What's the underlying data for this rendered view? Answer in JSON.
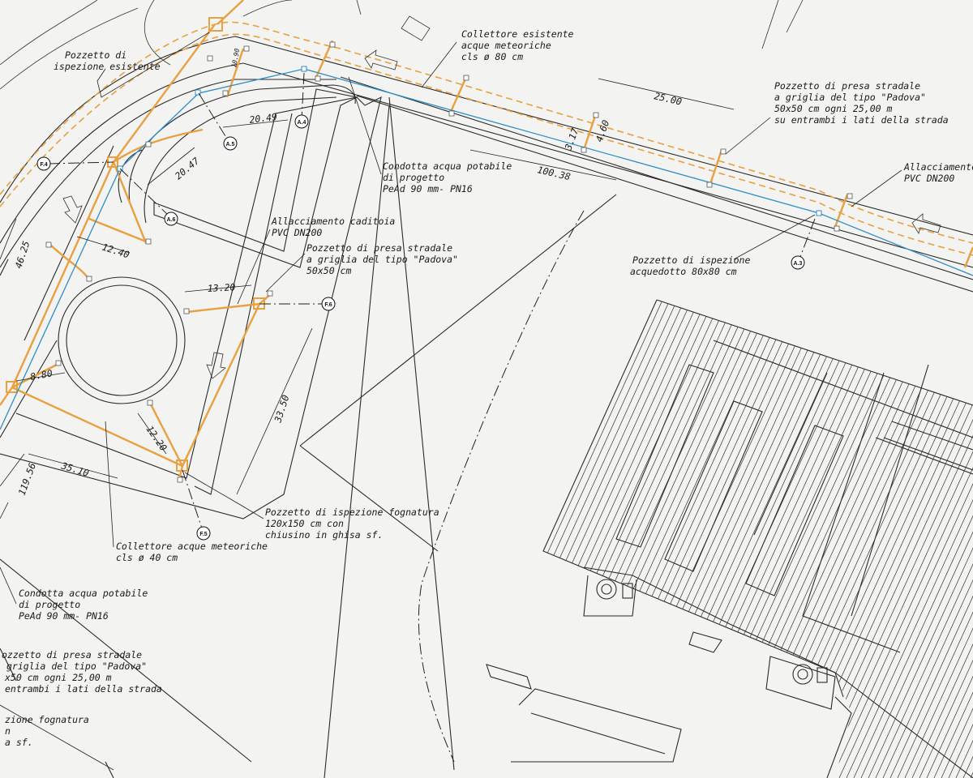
{
  "labels": {
    "pozzetto_esistente": [
      "Pozzetto di",
      "ispezione esistente"
    ],
    "collettore_esistente": [
      "Collettore esistente",
      "acque meteoriche",
      "cls ø 80 cm"
    ],
    "pozzetto_presa_top": [
      "Pozzetto di presa stradale",
      "a griglia del tipo \"Padova\"",
      "50x50 cm ogni 25,00 m",
      "su entrambi i lati della strada"
    ],
    "allacciamento_top_right": [
      "Allacciamento c",
      "PVC DN200"
    ],
    "condotta_center": [
      "Condotta acqua potabile",
      "di progetto",
      "PeAd 90 mm- PN16"
    ],
    "allacciamento_caditoia": [
      "Allacciamento caditoia",
      "PVC DN200"
    ],
    "pozzetto_presa_center": [
      "Pozzetto di presa stradale",
      "a griglia del tipo \"Padova\"",
      "50x50 cm"
    ],
    "pozzetto_acquedotto": [
      "Pozzetto di ispezione",
      "acquedotto 80x80 cm"
    ],
    "pozzetto_fognatura": [
      "Pozzetto di ispezione fognatura",
      "120x150 cm con",
      "chiusino in ghisa sf."
    ],
    "collettore_40": [
      "Collettore acque meteoriche",
      "cls ø 40 cm"
    ],
    "condotta_left": [
      "Condotta acqua potabile",
      "di progetto",
      "PeAd 90 mm- PN16"
    ],
    "pozzetto_presa_left": [
      "ozzetto di presa stradale",
      "griglia del tipo \"Padova\"",
      "x50 cm ogni 25,00 m",
      "entrambi i lati della strada"
    ],
    "fognatura_left": [
      "zione fognatura",
      "n",
      "a sf."
    ]
  },
  "dimensions": {
    "d_10_90": "10.90",
    "d_25_00": "25.00",
    "d_20_49": "20.49",
    "d_20_47": "20.47",
    "d_100_38": "100.38",
    "d_3_17": "3.17",
    "d_4_60": "4.60",
    "d_46_25": "46.25",
    "d_12_40": "12.40",
    "d_13_20": "13.20",
    "d_8_80": "8.80",
    "d_12_20": "12.20",
    "d_33_50": "33.50",
    "d_35_10": "35.10",
    "d_119_56": "119.56"
  },
  "sections": {
    "F4": "F.4",
    "A4": "A.4",
    "A5": "A.5",
    "A6": "A.6",
    "F6": "F.6",
    "F5": "F.5",
    "A3": "A.3"
  },
  "colors": {
    "background": "#f3f3f1",
    "sewer_orange": "#e8a040",
    "water_blue": "#2d8ec9",
    "linework": "#2a2a2a"
  }
}
